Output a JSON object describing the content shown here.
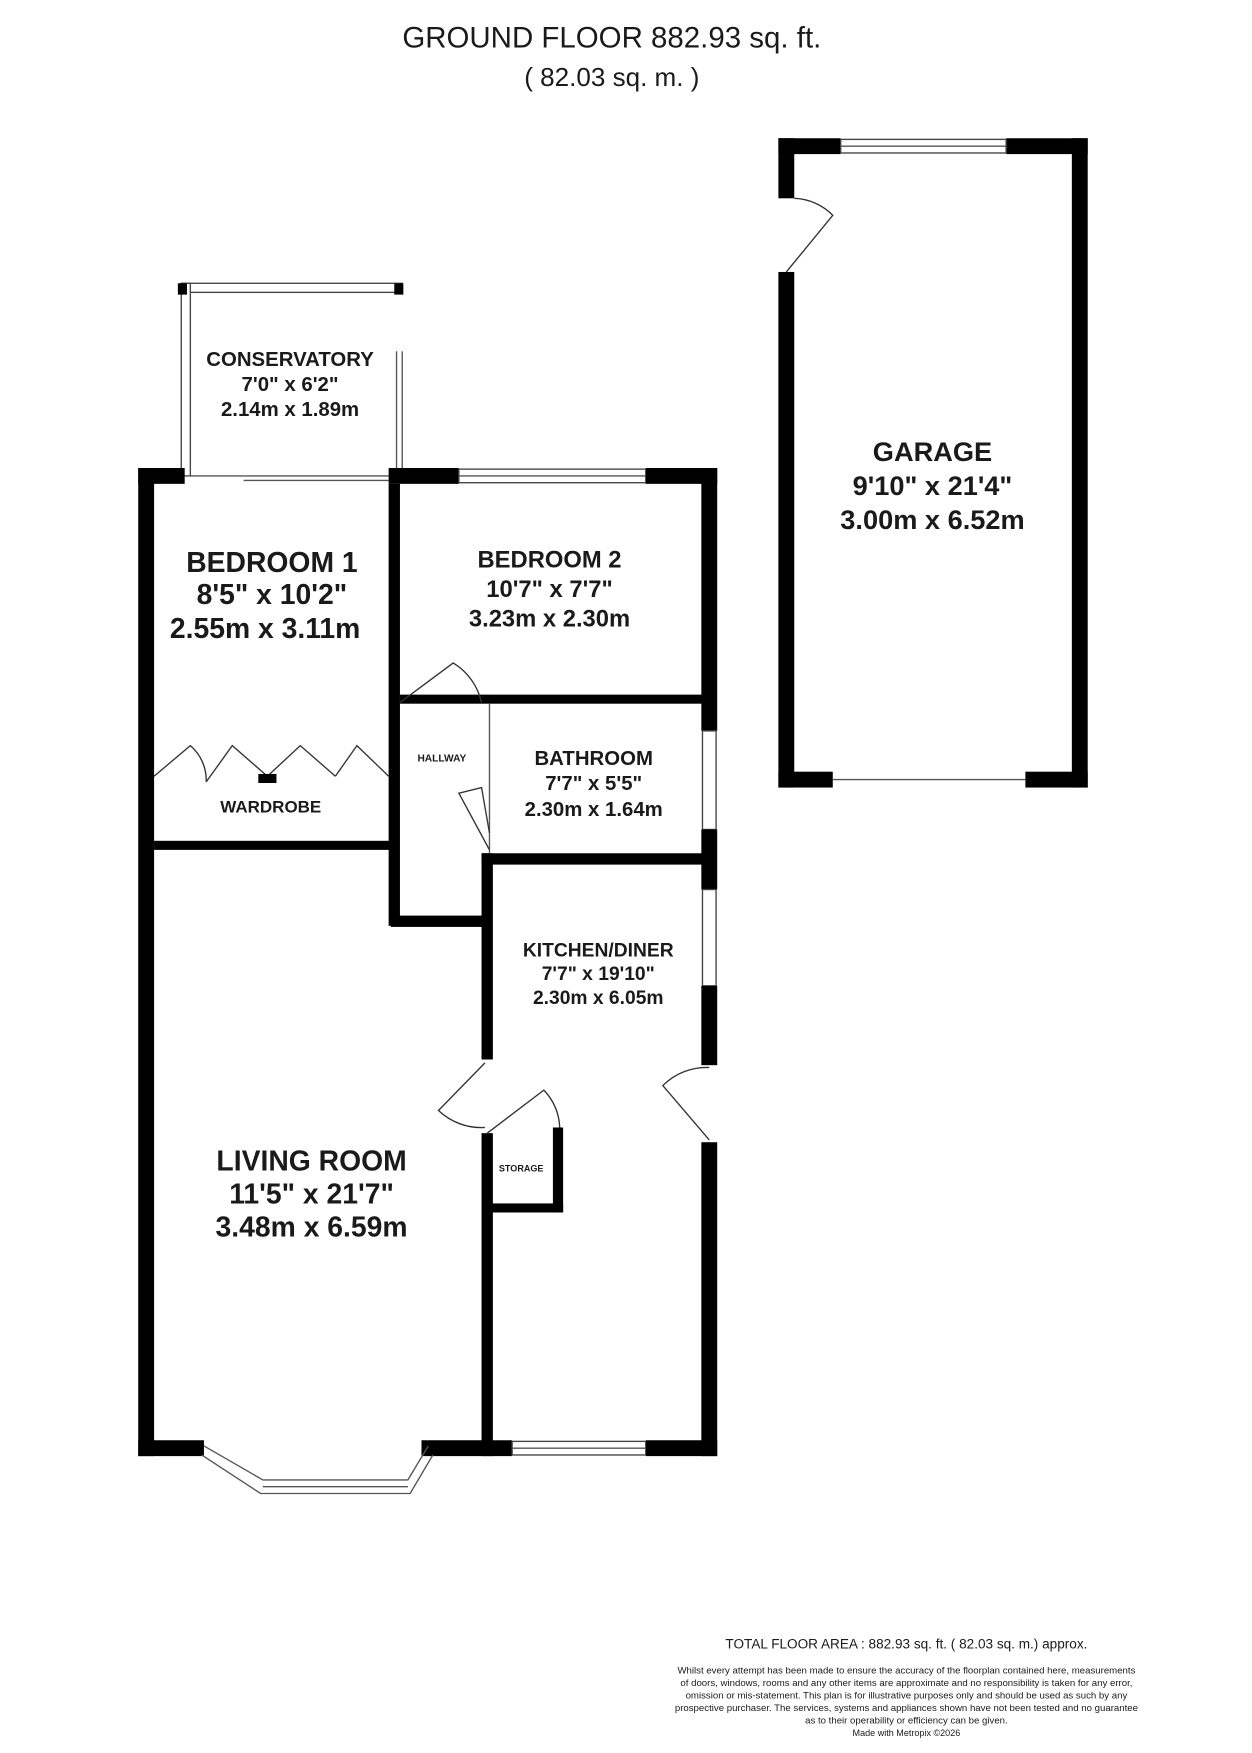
{
  "header": {
    "title": "GROUND FLOOR 882.93 sq. ft.",
    "subtitle": "( 82.03 sq. m. )"
  },
  "rooms": {
    "conservatory": {
      "name": "CONSERVATORY",
      "imperial": "7'0\" x 6'2\"",
      "metric": "2.14m x 1.89m"
    },
    "bedroom1": {
      "name": "BEDROOM 1",
      "imperial": "8'5\" x 10'2\"",
      "metric": "2.55m x 3.11m"
    },
    "bedroom2": {
      "name": "BEDROOM 2",
      "imperial": "10'7\" x 7'7\"",
      "metric": "3.23m x 2.30m"
    },
    "hallway": {
      "name": "HALLWAY"
    },
    "bathroom": {
      "name": "BATHROOM",
      "imperial": "7'7\" x 5'5\"",
      "metric": "2.30m x 1.64m"
    },
    "wardrobe": {
      "name": "WARDROBE"
    },
    "kitchen": {
      "name": "KITCHEN/DINER",
      "imperial": "7'7\" x 19'10\"",
      "metric": "2.30m x 6.05m"
    },
    "storage": {
      "name": "STORAGE"
    },
    "living": {
      "name": "LIVING ROOM",
      "imperial": "11'5\" x 21'7\"",
      "metric": "3.48m x 6.59m"
    },
    "garage": {
      "name": "GARAGE",
      "imperial": "9'10\" x 21'4\"",
      "metric": "3.00m x 6.52m"
    }
  },
  "footer": {
    "total": "TOTAL FLOOR AREA : 882.93 sq. ft. ( 82.03 sq. m.) approx.",
    "disclaimer": [
      "Whilst every attempt has been made to ensure the accuracy of the floorplan contained here, measurements",
      "of doors, windows, rooms and any other items are approximate and no responsibility is taken for any error,",
      "omission or mis-statement. This plan is for illustrative purposes only and should be used as such by any",
      "prospective purchaser. The services, systems and appliances shown have not been tested and no guarantee",
      "as to their operability or efficiency can be given."
    ],
    "credit": "Made with Metropix ©2026"
  }
}
